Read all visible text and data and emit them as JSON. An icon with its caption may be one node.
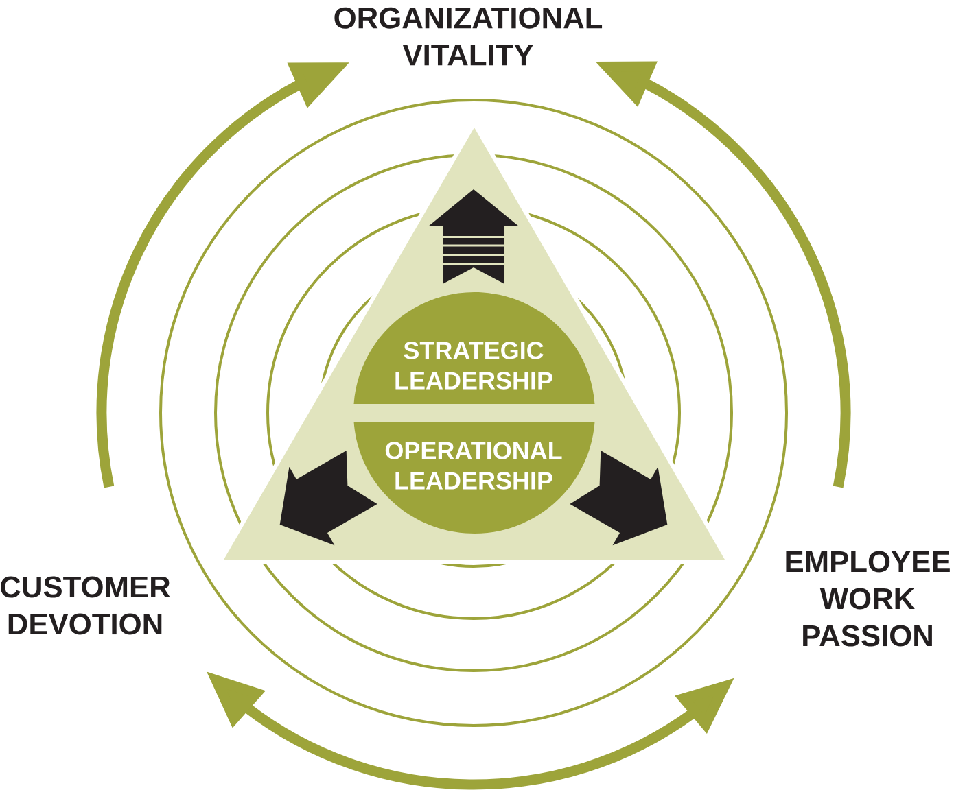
{
  "diagram": {
    "nodes": [
      {
        "text": [
          "ORGANIZATIONAL VITALITY"
        ]
      },
      {
        "text": [],
        "shape": "triangle"
      },
      {
        "text": [
          "STRATEGIC LEADERSHIP"
        ],
        "in": 1
      },
      {
        "text": [
          "OPERATIONAL LEADERSHIP"
        ],
        "in": 1
      },
      {
        "text": [
          "CUSTOMER DEVOTION"
        ]
      },
      {
        "text": [
          "EMPLOYEE WORK PASSION"
        ]
      }
    ],
    "edges": [
      {
        "from": 4,
        "to": 0,
        "arrow": "to"
      },
      {
        "from": 5,
        "to": 0,
        "arrow": "to"
      },
      {
        "from": 4,
        "to": 5,
        "arrow": "both"
      }
    ]
  }
}
